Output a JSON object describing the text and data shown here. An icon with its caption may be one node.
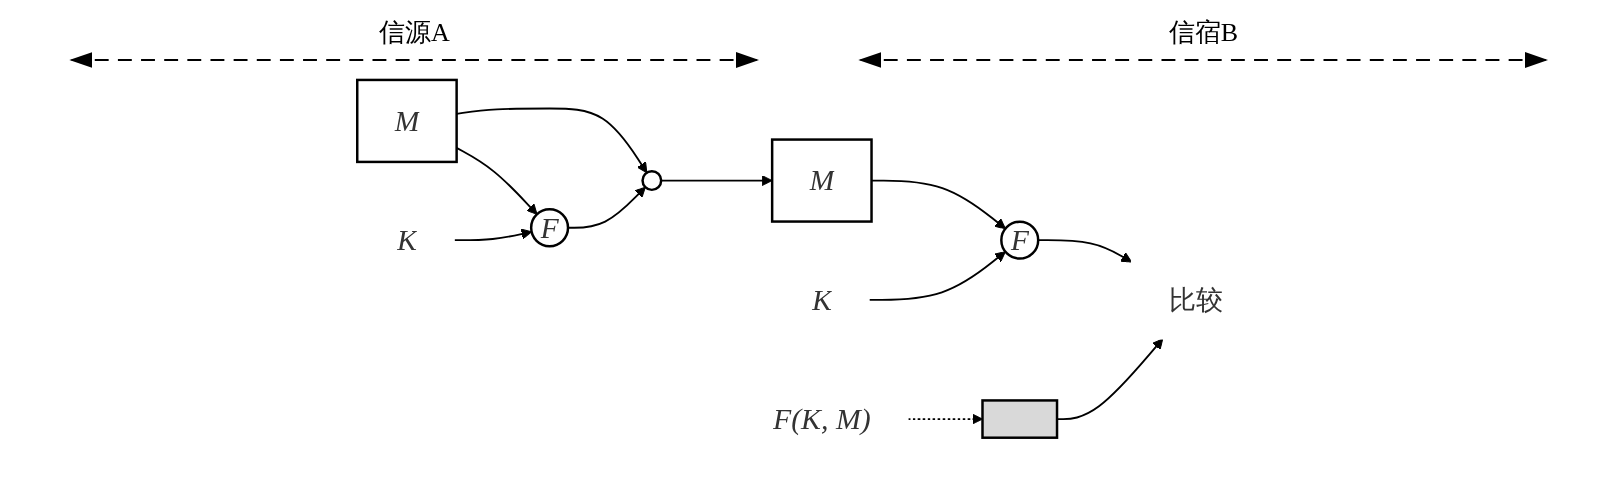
{
  "diagram": {
    "nodes": [
      {
        "text": [
          "M"
        ]
      },
      {
        "text": [],
        "shape": "circle"
      },
      {
        "text": [
          "F"
        ]
      },
      {
        "text": [
          "K"
        ]
      },
      {
        "text": [
          "M"
        ]
      },
      {
        "text": [],
        "shape": "box"
      },
      {
        "text": [
          "F(K, M)"
        ]
      },
      {
        "text": [
          "F"
        ]
      },
      {
        "text": [
          "K"
        ]
      },
      {
        "text": [
          "比较"
        ]
      }
    ],
    "edges": [
      {
        "from": 0,
        "to": 1,
        "arrow": "to"
      },
      {
        "from": 0,
        "to": 2,
        "arrow": "to"
      },
      {
        "from": 3,
        "to": 2,
        "arrow": "to"
      },
      {
        "from": 2,
        "to": 1,
        "arrow": "to"
      },
      {
        "from": 1,
        "to": 4,
        "arrow": "to"
      },
      {
        "from": 6,
        "to": 5,
        "arrow": "to",
        "style": "dashed"
      },
      {
        "from": 4,
        "to": 7,
        "arrow": "to"
      },
      {
        "from": 8,
        "to": 7,
        "arrow": "to"
      },
      {
        "from": 7,
        "to": 9,
        "arrow": "to"
      },
      {
        "from": 5,
        "to": 9,
        "arrow": "to"
      }
    ],
    "labels": [
      "信源A",
      "信宿B"
    ]
  }
}
